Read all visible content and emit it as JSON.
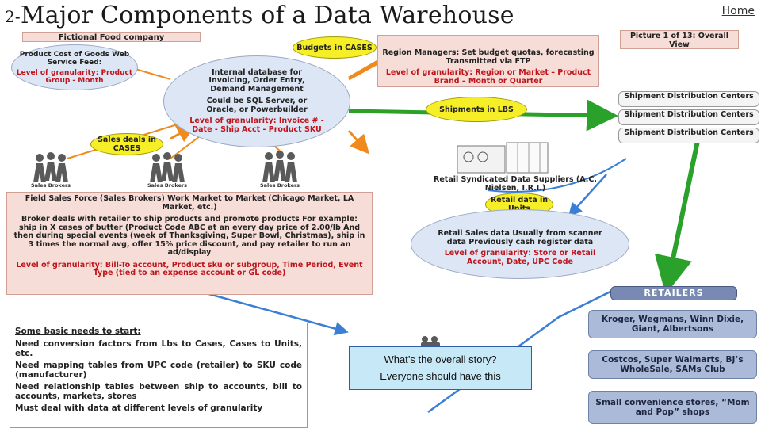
{
  "header": {
    "number": "2-",
    "title": "Major Components of a Data Warehouse",
    "home": "Home"
  },
  "diagram": {
    "company": "Fictional Food company",
    "feed": {
      "title": "Product Cost of Goods Web Service Feed:",
      "granularity": "Level of granularity: Product Group - Month"
    },
    "internal_db": {
      "title": "Internal database for Invoicing, Order Entry, Demand Management",
      "platform": "Could be SQL Server, or Oracle, or Powerbuilder",
      "granularity": "Level of granularity: Invoice # - Date - Ship Acct - Product SKU"
    },
    "budgets_tag": "Budgets in CASES",
    "region_managers": {
      "title": "Region Managers: Set budget quotas, forecasting Transmitted via FTP",
      "granularity": "Level of granularity: Region or Market – Product Brand – Month or Quarter"
    },
    "picture": "Picture 1 of 13: Overall View",
    "shipments_tag": "Shipments in LBS",
    "distribution_centers": [
      "Shipment Distribution Centers",
      "Shipment Distribution Centers",
      "Shipment Distribution Centers"
    ],
    "sales_deals_tag": "Sales deals in CASES",
    "brokers": [
      "Sales Brokers",
      "Sales Brokers",
      "Sales Brokers"
    ],
    "data_supplier": "Retail Syndicated Data Suppliers (A.C. Nielsen, I.R.I.)",
    "retail_data_tag": "Retail data in Units",
    "field_sales": {
      "title": "Field Sales Force (Sales Brokers) Work Market to Market (Chicago Market, LA Market, etc.)",
      "body": "Broker deals with retailer to ship products and promote products For example: ship in X cases of butter (Product Code ABC at an every day price of 2.00/lb And then during special events (week of Thanksgiving, Super Bowl, Christmas), ship in 3 times the normal avg, offer 15% price discount, and pay retailer to run an ad/display",
      "granularity": "Level of granularity: Bill-To account, Product sku or subgroup, Time Period, Event Type (tied to an expense account or GL code)"
    },
    "retail_sales": {
      "body": "Retail Sales data Usually from scanner data Previously cash register data",
      "granularity": "Level of granularity: Store or Retail Account, Date, UPC Code"
    },
    "retailers": {
      "header": "RETAILERS",
      "groups": [
        "Kroger, Wegmans, Winn Dixie, Giant, Albertsons",
        "Costcos, Super Walmarts, BJ’s WholeSale, SAMs Club",
        "Small convenience stores, “Mom and Pop” shops"
      ]
    },
    "needs": {
      "title": "Some basic needs to start:",
      "items": [
        "Need conversion factors from Lbs to Cases, Cases to Units, etc.",
        "Need mapping tables from UPC code (retailer) to SKU code (manufacturer)",
        "Need relationship tables between ship to accounts, bill to accounts, markets, stores",
        "Must deal with data at different levels of granularity"
      ]
    },
    "story": {
      "question": "What’s the overall story?",
      "answer": "Everyone should have this"
    }
  }
}
